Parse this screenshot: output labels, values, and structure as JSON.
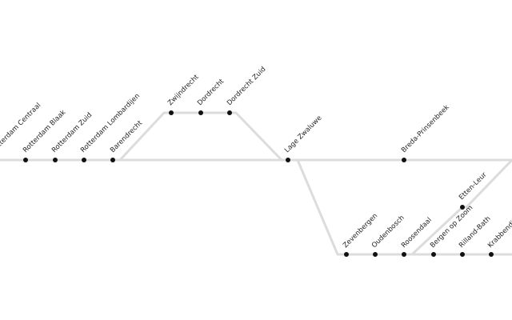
{
  "diagram": {
    "stations": {
      "rotterdam_centraal": "Rotterdam Centraal",
      "rotterdam_blaak": "Rotterdam Blaak",
      "rotterdam_zuid": "Rotterdam Zuid",
      "rotterdam_lombardijen": "Rotterdam Lombardijen",
      "barendrecht": "Barendrecht",
      "zwijndrecht": "Zwijndrecht",
      "dordrecht": "Dordrecht",
      "dordrecht_zuid": "Dordrecht Zuid",
      "lage_zwaluwe": "Lage Zwaluwe",
      "breda_prinsenbeek": "Breda-Prinsenbeek",
      "zevenbergen": "Zevenbergen",
      "oudenbosch": "Oudenbosch",
      "roosendaal": "Roosendaal",
      "etten_leur": "Etten-Leur",
      "bergen_op_zoom": "Bergen op Zoom",
      "rilland_bath": "Rilland-Bath",
      "krabbendijke": "Krabbendijke"
    },
    "colors": {
      "track": "#dcdcdc",
      "station_dot": "#111111",
      "label_text": "#222222",
      "background": "#ffffff"
    }
  }
}
